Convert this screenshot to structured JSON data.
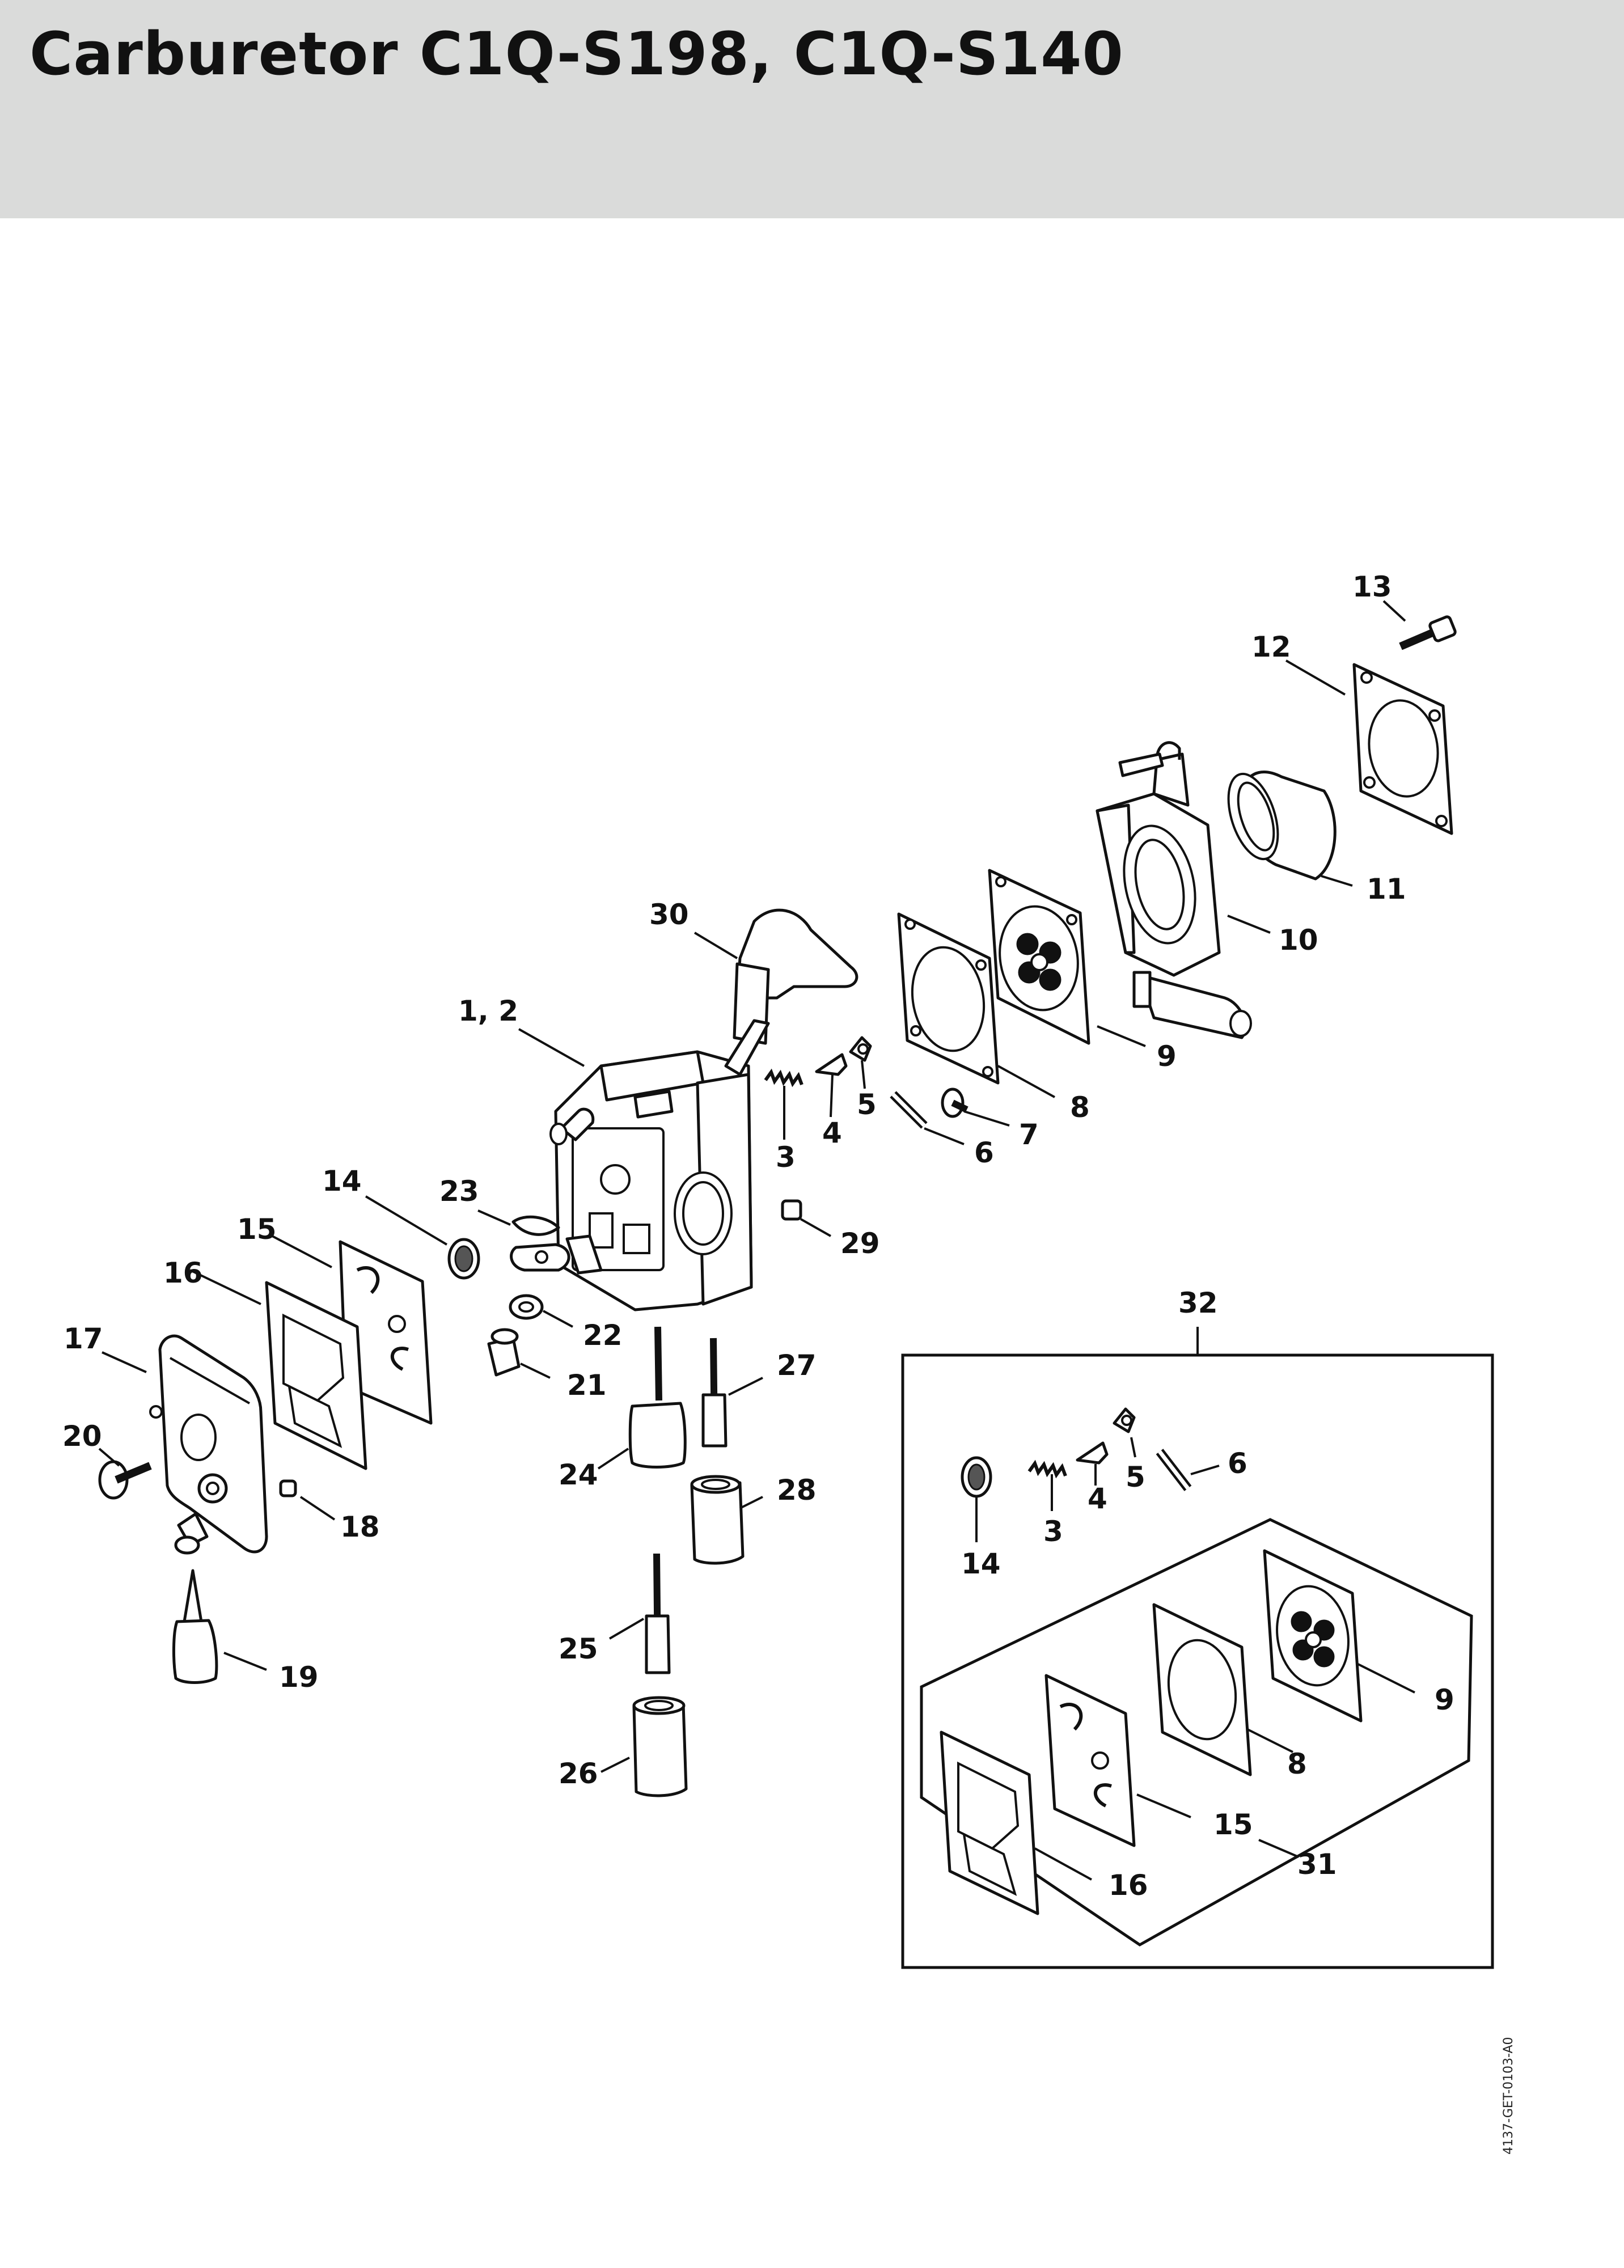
{
  "title": "Carburetor C1Q-S198, C1Q-S140",
  "doc_ref": "4137-GET-0103-A0",
  "colors": {
    "header_bg": "#dadbda",
    "line": "#111111",
    "background": "#ffffff"
  },
  "callouts": {
    "c1_2": "1, 2",
    "c3": "3",
    "c4": "4",
    "c5": "5",
    "c6": "6",
    "c7": "7",
    "c8": "8",
    "c9": "9",
    "c10": "10",
    "c11": "11",
    "c12": "12",
    "c13": "13",
    "c14": "14",
    "c15": "15",
    "c16": "16",
    "c17": "17",
    "c18": "18",
    "c19": "19",
    "c20": "20",
    "c21": "21",
    "c22": "22",
    "c23": "23",
    "c24": "24",
    "c25": "25",
    "c26": "26",
    "c27": "27",
    "c28": "28",
    "c29": "29",
    "c30": "30",
    "c31": "31",
    "c32": "32"
  },
  "kit_callouts": {
    "k3": "3",
    "k4": "4",
    "k5": "5",
    "k6": "6",
    "k8": "8",
    "k9": "9",
    "k14": "14",
    "k15": "15",
    "k16": "16"
  }
}
